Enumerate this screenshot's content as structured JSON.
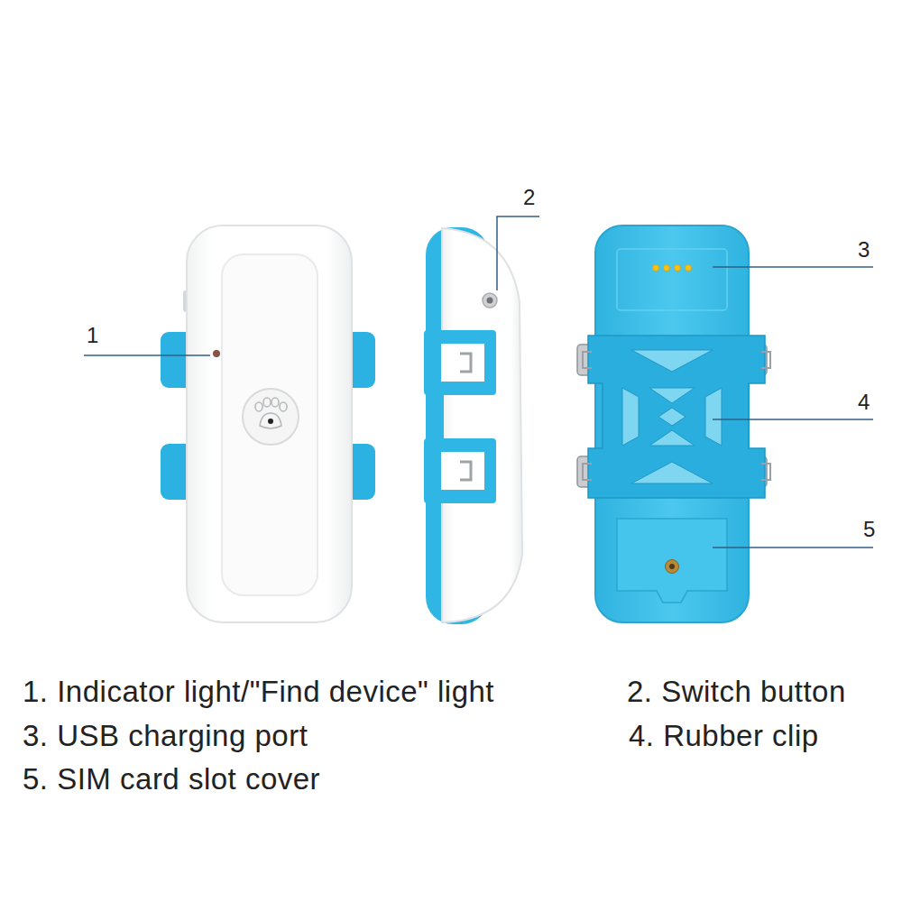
{
  "diagram": {
    "labels": [
      "1",
      "2",
      "3",
      "4",
      "5",
      "1. Indicator light/\"Find device\" light",
      "2. Switch button",
      "3. USB charging port",
      "4. Rubber clip",
      "5. SIM card slot cover"
    ]
  }
}
